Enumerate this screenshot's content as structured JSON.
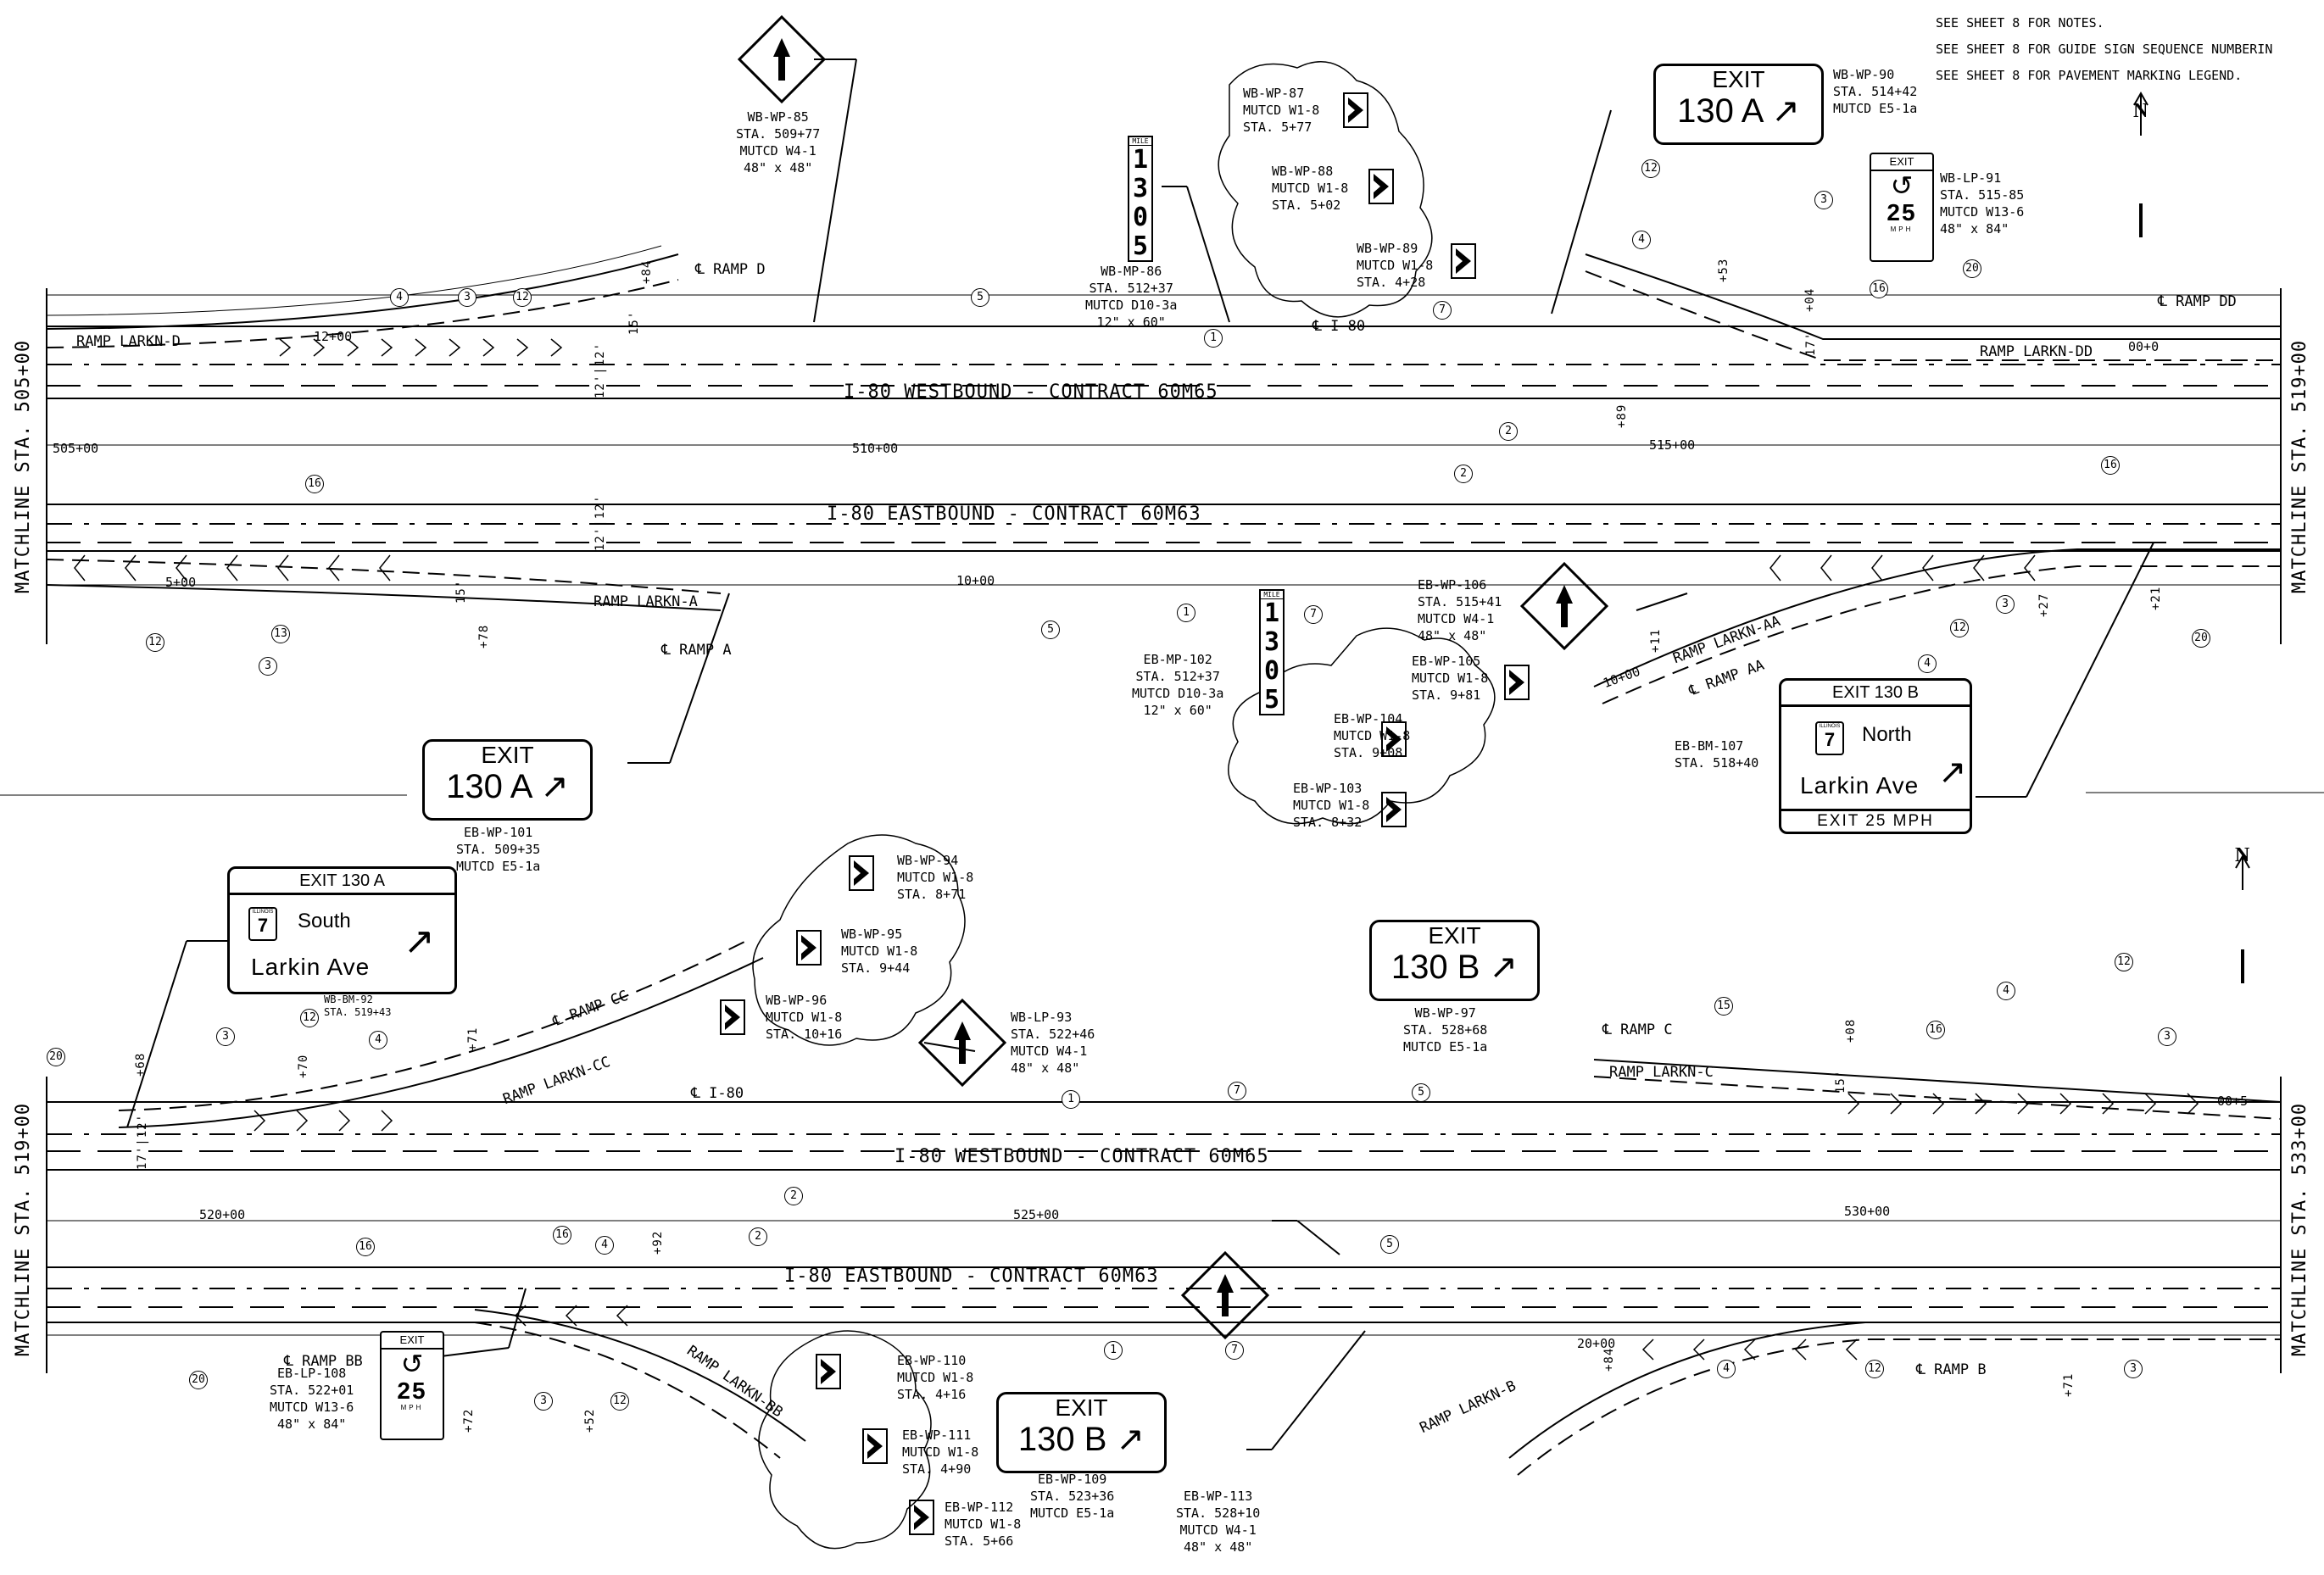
{
  "notes": [
    "SEE SHEET 8 FOR NOTES.",
    "SEE SHEET 8 FOR GUIDE SIGN SEQUENCE NUMBERIN",
    "SEE SHEET 8 FOR PAVEMENT MARKING LEGEND."
  ],
  "north_label": "N",
  "matchlines": {
    "top_left": "MATCHLINE STA. 505+00",
    "top_right": "MATCHLINE STA. 519+00",
    "bottom_left": "MATCHLINE STA. 519+00",
    "bottom_right": "MATCHLINE STA. 533+00"
  },
  "roads": {
    "wb_top": "I-80 WESTBOUND - CONTRACT 60M65",
    "eb_top": "I-80 EASTBOUND - CONTRACT 60M63",
    "wb_bottom": "I-80 WESTBOUND - CONTRACT 60M65",
    "eb_bottom": "I-80 EASTBOUND - CONTRACT 60M63"
  },
  "ramps": {
    "larkn_d": "RAMP LARKN-D",
    "larkn_dd": "RAMP LARKN-DD",
    "larkn_a": "RAMP LARKN-A",
    "larkn_aa": "RAMP LARKN-AA",
    "larkn_cc": "RAMP LARKN-CC",
    "larkn_c": "RAMP LARKN-C",
    "larkn_bb": "RAMP LARKN-BB",
    "larkn_b": "RAMP LARKN-B",
    "cl_ramp_d": "℄ RAMP D",
    "cl_ramp_dd": "℄ RAMP DD",
    "cl_ramp_a": "℄ RAMP A",
    "cl_ramp_aa": "℄ RAMP AA",
    "cl_ramp_cc": "℄ RAMP CC",
    "cl_ramp_c": "℄ RAMP C",
    "cl_ramp_bb": "℄ RAMP BB",
    "cl_ramp_b": "℄ RAMP B",
    "cl_i80_top": "℄ I-80",
    "cl_i80_bottom": "℄ I-80"
  },
  "stations": {
    "s505": "505+00",
    "s510": "510+00",
    "s515": "515+00",
    "s520": "520+00",
    "s525": "525+00",
    "s530": "530+00",
    "r1200": "12+00",
    "r500": "5+00",
    "r1000": "10+00",
    "r0000": "00+0",
    "r0500": "00+5",
    "r2000": "20+00",
    "r1000b": "10+00",
    "p84": "+84",
    "p53": "+53",
    "p04": "+04",
    "p89": "+89",
    "p78": "+78",
    "p11": "+11",
    "p27": "+27",
    "p21": "+21",
    "p71": "+71",
    "p70": "+70",
    "p68": "+68",
    "p08": "+08",
    "p92": "+92",
    "p72": "+72",
    "p52": "+52",
    "p84b": "+84",
    "p71b": "+71"
  },
  "signs": {
    "wb_wp_85": "WB-WP-85\nSTA. 509+77\nMUTCD W4-1\n48\" x 48\"",
    "wb_mp_86": "WB-MP-86\nSTA. 512+37\nMUTCD D10-3a\n12\" x 60\"",
    "wb_wp_87": "WB-WP-87\nMUTCD W1-8\nSTA. 5+77",
    "wb_wp_88": "WB-WP-88\nMUTCD W1-8\nSTA. 5+02",
    "wb_wp_89": "WB-WP-89\nMUTCD W1-8\nSTA. 4+28",
    "wb_wp_90": "WB-WP-90\nSTA. 514+42\nMUTCD E5-1a",
    "wb_lp_91": "WB-LP-91\nSTA. 515-85\nMUTCD W13-6\n48\" x 84\"",
    "eb_mp_102": "EB-MP-102\nSTA. 512+37\nMUTCD D10-3a\n12\" x 60\"",
    "eb_wp_106": "EB-WP-106\nSTA. 515+41\nMUTCD W4-1\n48\" x 48\"",
    "eb_wp_105": "EB-WP-105\nMUTCD W1-8\nSTA. 9+81",
    "eb_wp_104": "EB-WP-104\nMUTCD W1-8\nSTA. 9+08",
    "eb_wp_103": "EB-WP-103\nMUTCD W1-8\nSTA. 8+32",
    "eb_bm_107": "EB-BM-107\nSTA. 518+40",
    "eb_wp_101": "EB-WP-101\nSTA. 509+35\nMUTCD E5-1a",
    "wb_bm_92": "WB-BM-92\nSTA. 519+43",
    "wb_wp_94": "WB-WP-94\nMUTCD W1-8\nSTA. 8+71",
    "wb_wp_95": "WB-WP-95\nMUTCD W1-8\nSTA. 9+44",
    "wb_wp_96": "WB-WP-96\nMUTCD W1-8\nSTA. 10+16",
    "wb_lp_93": "WB-LP-93\nSTA. 522+46\nMUTCD W4-1\n48\" x 48\"",
    "wb_wp_97": "WB-WP-97\nSTA. 528+68\nMUTCD E5-1a",
    "eb_lp_108": "EB-LP-108\nSTA. 522+01\nMUTCD W13-6\n48\" x 84\"",
    "eb_wp_110": "EB-WP-110\nMUTCD W1-8\nSTA. 4+16",
    "eb_wp_111": "EB-WP-111\nMUTCD W1-8\nSTA. 4+90",
    "eb_wp_112": "EB-WP-112\nMUTCD W1-8\nSTA. 5+66",
    "eb_wp_109": "EB-WP-109\nSTA. 523+36\nMUTCD E5-1a",
    "eb_wp_113": "EB-WP-113\nSTA. 528+10\nMUTCD W4-1\n48\" x 48\""
  },
  "exit_panels": {
    "exit_word": "EXIT",
    "a_top": "130 A",
    "a_left": "130 A",
    "b_mid": "130 B",
    "b_bottom": "130 B"
  },
  "guide_signs": {
    "north": {
      "header": "EXIT 130 B",
      "route": "7",
      "route_tag": "ILLINOIS",
      "direction": "North",
      "place": "Larkin Ave",
      "footer": "EXIT 25 MPH"
    },
    "south": {
      "header": "EXIT 130 A",
      "route": "7",
      "route_tag": "ILLINOIS",
      "direction": "South",
      "place": "Larkin Ave"
    }
  },
  "speed_signs": {
    "exit": "EXIT",
    "speed": "25",
    "unit": "MPH"
  },
  "mile_marker": {
    "label": "MILE",
    "digits": [
      "1",
      "3",
      "0",
      "5"
    ]
  },
  "callouts_top": [
    "4",
    "3",
    "12",
    "5",
    "1",
    "7",
    "12",
    "4",
    "3",
    "16",
    "20",
    "2",
    "16",
    "2",
    "16",
    "12",
    "13",
    "3",
    "1",
    "5",
    "7",
    "12",
    "4",
    "3",
    "20"
  ],
  "callouts_bottom": [
    "20",
    "3",
    "12",
    "4",
    "1",
    "7",
    "5",
    "4",
    "12",
    "15",
    "16",
    "3",
    "2",
    "16",
    "2",
    "16",
    "4",
    "3",
    "12",
    "5",
    "1",
    "7",
    "4",
    "12",
    "3",
    "20"
  ],
  "dims": [
    "12'|12'",
    "15'",
    "15'",
    "17'",
    "12'|12'",
    "17'|12'",
    "15'"
  ]
}
